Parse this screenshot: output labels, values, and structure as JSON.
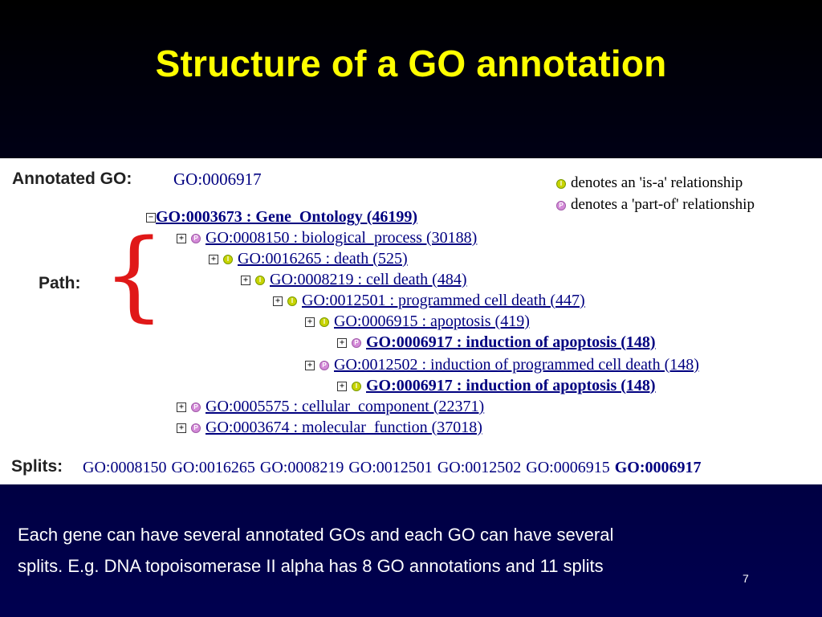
{
  "slide": {
    "title": "Structure of a GO annotation",
    "page_number": "7",
    "caption_lines": [
      "Each gene can have several annotated GOs and each GO can have several",
      "splits. E.g. DNA topoisomerase II alpha has 8 GO annotations and 11 splits"
    ]
  },
  "panel": {
    "annotated_label": "Annotated GO:",
    "annotated_id": "GO:0006917",
    "path_label": "Path:",
    "splits_label": "Splits:",
    "legend": [
      {
        "badge": "I",
        "icon": "is-a-icon",
        "text": "denotes an 'is-a' relationship"
      },
      {
        "badge": "P",
        "icon": "part-of-icon",
        "text": "denotes a 'part-of' relationship"
      }
    ],
    "tree": [
      {
        "expander": "−",
        "badge": "",
        "text": "GO:0003673 : Gene_Ontology (46199)",
        "bold": true
      },
      {
        "expander": "+",
        "badge": "P",
        "text": "GO:0008150 : biological_process (30188)",
        "bold": false
      },
      {
        "expander": "+",
        "badge": "I",
        "text": "GO:0016265 : death (525)",
        "bold": false
      },
      {
        "expander": "+",
        "badge": "I",
        "text": "GO:0008219 : cell death (484)",
        "bold": false
      },
      {
        "expander": "+",
        "badge": "I",
        "text": "GO:0012501 : programmed cell death (447)",
        "bold": false
      },
      {
        "expander": "+",
        "badge": "I",
        "text": "GO:0006915 : apoptosis (419)",
        "bold": false
      },
      {
        "expander": "+",
        "badge": "P",
        "text": "GO:0006917 : induction of apoptosis (148)",
        "bold": true
      },
      {
        "expander": "+",
        "badge": "P",
        "text": "GO:0012502 : induction of programmed cell death (148)",
        "bold": false
      },
      {
        "expander": "+",
        "badge": "I",
        "text": "GO:0006917 : induction of apoptosis (148)",
        "bold": true
      },
      {
        "expander": "+",
        "badge": "P",
        "text": "GO:0005575 : cellular_component (22371)",
        "bold": false
      },
      {
        "expander": "+",
        "badge": "P",
        "text": "GO:0003674 : molecular_function (37018)",
        "bold": false
      }
    ],
    "splits": [
      "GO:0008150",
      "GO:0016265",
      "GO:0008219",
      "GO:0012501",
      "GO:0012502",
      "GO:0006915",
      "GO:0006917"
    ]
  }
}
